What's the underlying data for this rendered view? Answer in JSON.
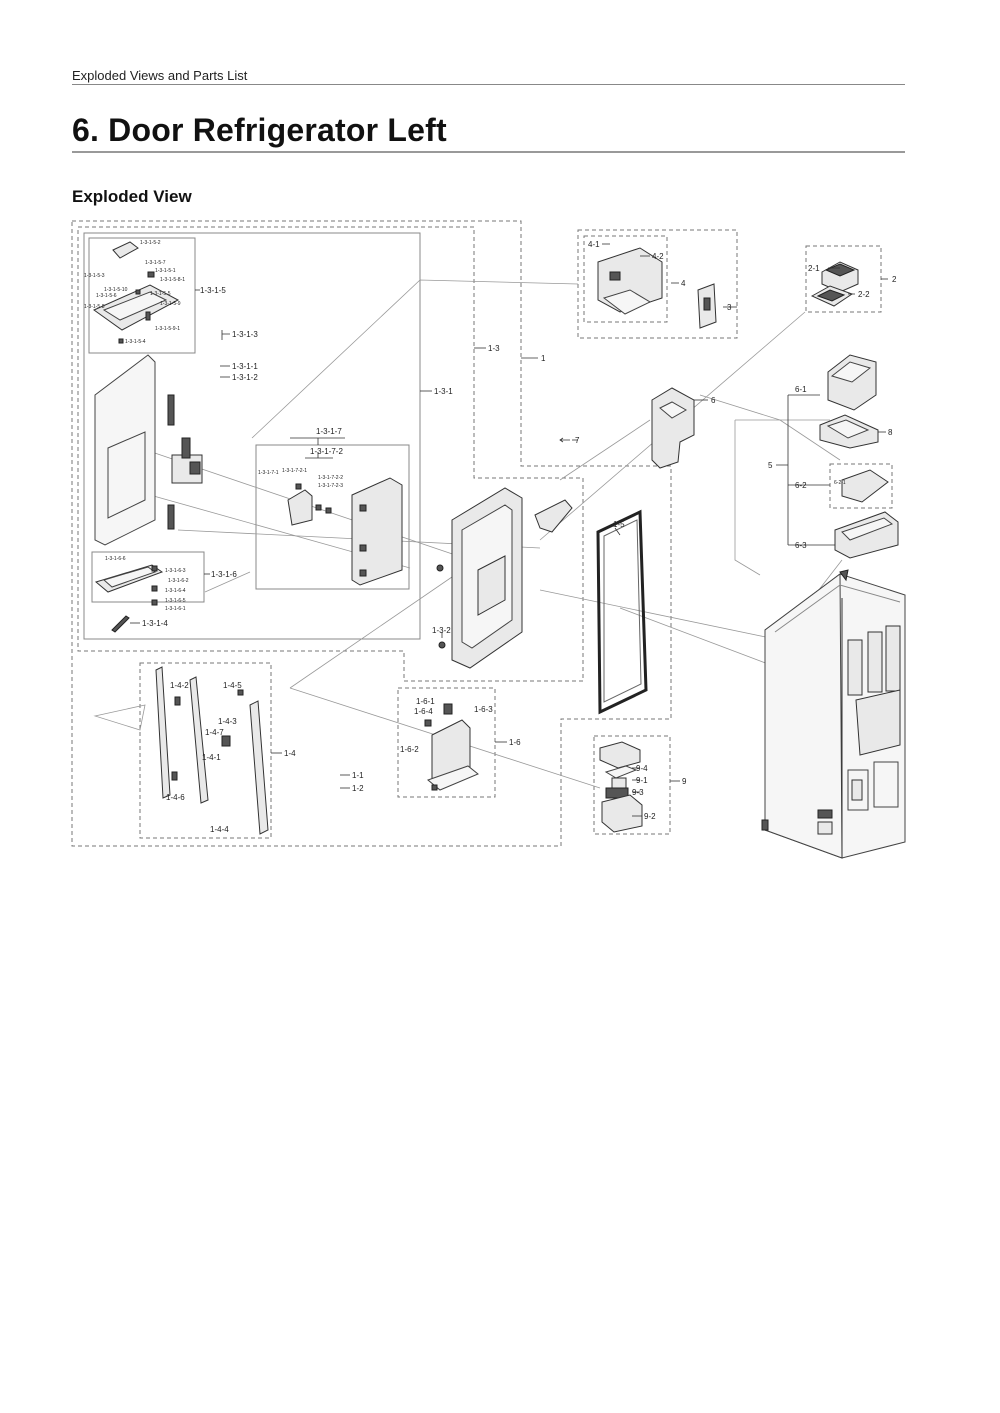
{
  "header": {
    "section": "Exploded Views and Parts List"
  },
  "page": {
    "title": "6.  Door Refrigerator Left",
    "subtitle": "Exploded View"
  },
  "diagram": {
    "labels": {
      "l1": "1",
      "l1_1": "1-1",
      "l1_2": "1-2",
      "l1_3": "1-3",
      "l1_3_1": "1-3-1",
      "l1_3_1_1": "1-3-1-1",
      "l1_3_1_2": "1-3-1-2",
      "l1_3_1_3": "1-3-1-3",
      "l1_3_1_4": "1-3-1-4",
      "l1_3_1_5": "1-3-1-5",
      "l1_3_1_6": "1-3-1-6",
      "l1_3_1_7": "1-3-1-7",
      "l1_3_1_7_2": "1-3-1-7-2",
      "l1_3_2": "1-3-2",
      "l1_4": "1-4",
      "l1_4_1": "1-4-1",
      "l1_4_2": "1-4-2",
      "l1_4_3": "1-4-3",
      "l1_4_4": "1-4-4",
      "l1_4_5": "1-4-5",
      "l1_4_6": "1-4-6",
      "l1_4_7": "1-4-7",
      "l1_5": "1-5",
      "l1_6": "1-6",
      "l1_6_1": "1-6-1",
      "l1_6_2": "1-6-2",
      "l1_6_3": "1-6-3",
      "l1_6_4": "1-6-4",
      "l2": "2",
      "l2_1": "2-1",
      "l2_2": "2-2",
      "l3": "3",
      "l4": "4",
      "l4_1": "4-1",
      "l4_2": "4-2",
      "l5": "5",
      "l6": "6",
      "l6_1": "6-1",
      "l6_2": "6-2",
      "l6_3": "6-3",
      "l6_2_1": "6-2-1",
      "l7": "7",
      "l8": "8",
      "l9": "9",
      "l9_1": "9-1",
      "l9_2": "9-2",
      "l9_3": "9-3",
      "l9_4": "9-4"
    },
    "small_labels": {
      "s1": "1-3-1-5-2",
      "s2": "1-3-1-5-7",
      "s3": "1-3-1-5-1",
      "s4": "1-3-1-5-3",
      "s5": "1-3-1-5-8-1",
      "s6": "1-3-1-5-10",
      "s7": "1-3-1-5-6",
      "s8": "1-3-1-5-5",
      "s9": "1-3-1-5-8",
      "s10": "1-3-1-5-9",
      "s11": "1-3-1-5-9-1",
      "s12": "1-3-1-5-4",
      "s13": "1-3-1-7-1",
      "s14": "1-3-1-7-2-1",
      "s15": "1-3-1-7-2-2",
      "s16": "1-3-1-7-2-3",
      "s17": "1-3-1-6-6",
      "s18": "1-3-1-6-3",
      "s19": "1-3-1-6-2",
      "s20": "1-3-1-6-4",
      "s21": "1-3-1-6-5",
      "s22": "1-3-1-6-1"
    }
  }
}
